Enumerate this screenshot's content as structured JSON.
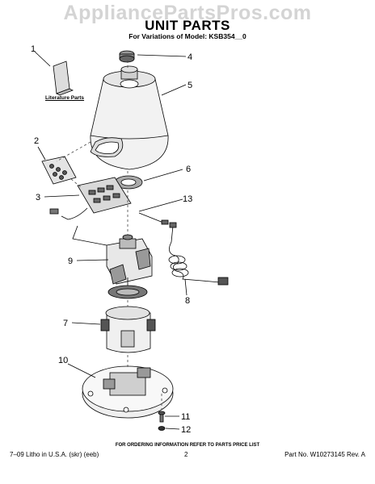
{
  "watermark": "AppliancePartsPros.com",
  "title": "UNIT PARTS",
  "subtitle": "For Variations of Model: KSB354__0",
  "literature_label": "Literature Parts",
  "callouts": {
    "c1": "1",
    "c2": "2",
    "c3": "3",
    "c4": "4",
    "c5": "5",
    "c6": "6",
    "c7": "7",
    "c8": "8",
    "c9": "9",
    "c10": "10",
    "c11": "11",
    "c12": "12",
    "c13": "13"
  },
  "footer": {
    "notice": "FOR ORDERING INFORMATION REFER TO PARTS PRICE LIST",
    "left": "7–09 Litho in U.S.A. (skr) (eeb)",
    "page": "2",
    "right": "Part No. W10273145 Rev. A"
  }
}
